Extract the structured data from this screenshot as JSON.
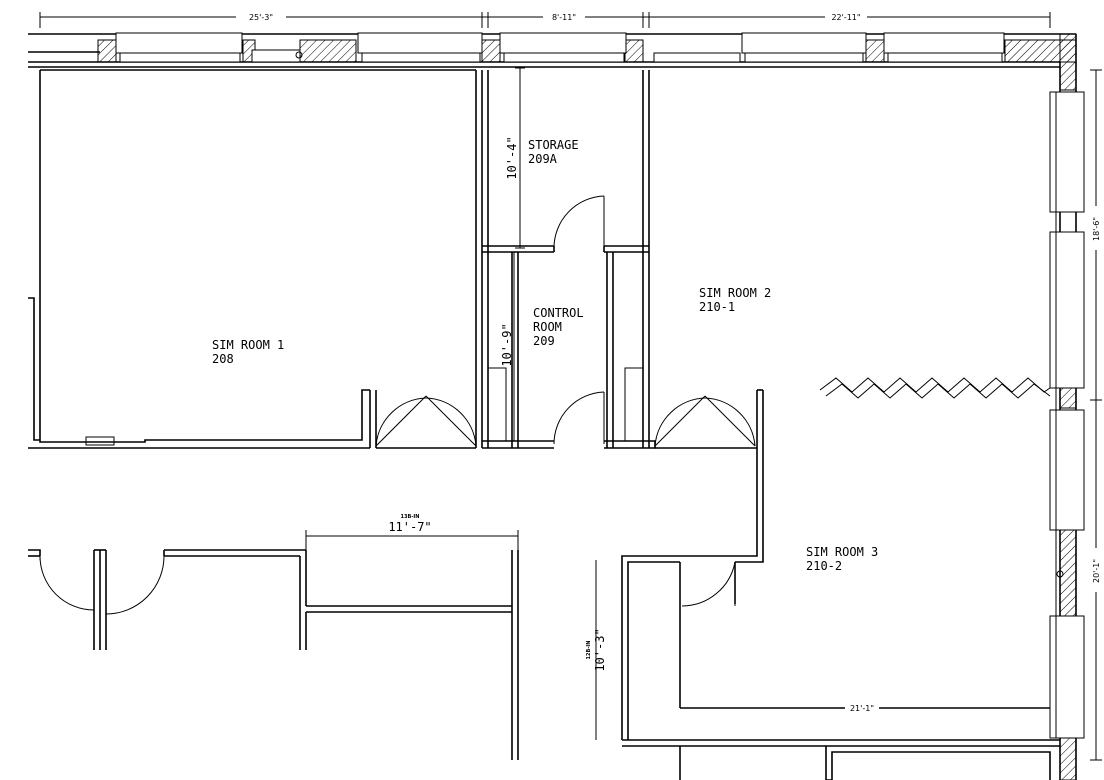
{
  "rooms": {
    "sim1": {
      "name": "SIM ROOM 1",
      "number": "208"
    },
    "storage": {
      "name": "STORAGE",
      "number": "209A"
    },
    "control": {
      "line1": "CONTROL",
      "line2": "ROOM",
      "number": "209"
    },
    "sim2": {
      "name": "SIM ROOM 2",
      "number": "210-1"
    },
    "sim3": {
      "name": "SIM ROOM 3",
      "number": "210-2"
    }
  },
  "dimensions": {
    "top_left": "25'-3\"",
    "top_mid": "8'-11\"",
    "top_right": "22'-11\"",
    "right_upper": "18'-6\"",
    "right_lower": "20'-1\"",
    "storage_height": "10'-4\"",
    "control_height": "10'-9\"",
    "corridor_width": "11'-7\"",
    "corridor_tag": "13B-IN",
    "lower_height": "10'-3\"",
    "lower_tag": "12B-IN",
    "bottom_width": "21'-1\""
  }
}
